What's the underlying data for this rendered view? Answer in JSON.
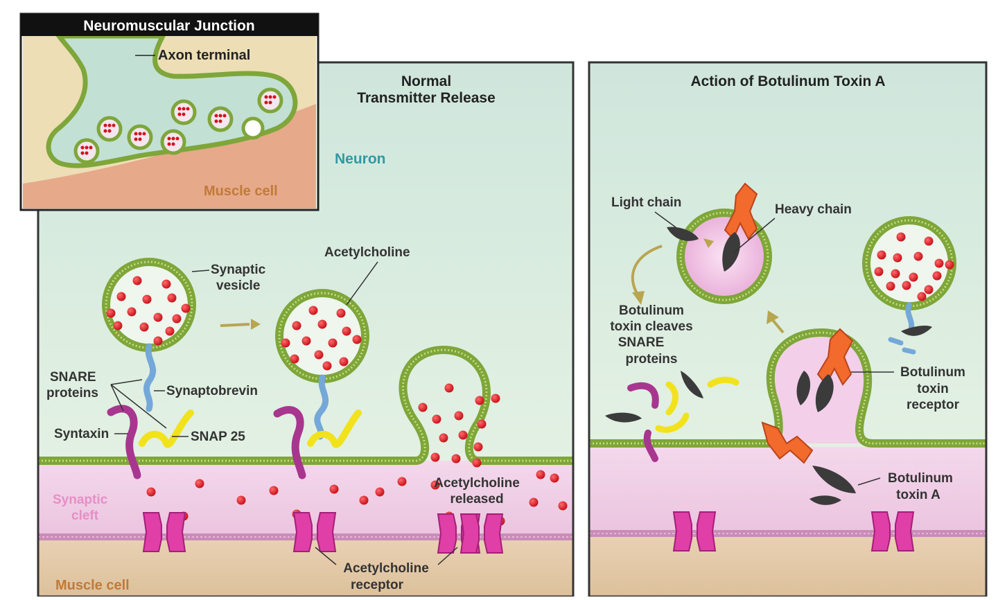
{
  "inset": {
    "title": "Neuromuscular Junction",
    "axon_terminal": "Axon terminal",
    "muscle_cell": "Muscle cell"
  },
  "left_panel": {
    "title_line1": "Normal",
    "title_line2": "Transmitter Release",
    "neuron": "Neuron",
    "acetylcholine": "Acetylcholine",
    "synaptic_vesicle_line1": "Synaptic",
    "synaptic_vesicle_line2": "vesicle",
    "snare_line1": "SNARE",
    "snare_line2": "proteins",
    "synaptobrevin": "Synaptobrevin",
    "syntaxin": "Syntaxin",
    "snap25": "SNAP 25",
    "synaptic_cleft_line1": "Synaptic",
    "synaptic_cleft_line2": "cleft",
    "ach_released_line1": "Acetylcholine",
    "ach_released_line2": "released",
    "ach_receptor_line1": "Acetylcholine",
    "ach_receptor_line2": "receptor",
    "muscle_cell": "Muscle cell"
  },
  "right_panel": {
    "title": "Action of Botulinum Toxin A",
    "light_chain": "Light chain",
    "heavy_chain": "Heavy chain",
    "cleaves_line1": "Botulinum",
    "cleaves_line2": "toxin cleaves",
    "cleaves_line3": "SNARE",
    "cleaves_line4": "proteins",
    "receptor_line1": "Botulinum",
    "receptor_line2": "toxin",
    "receptor_line3": "receptor",
    "toxin_line1": "Botulinum",
    "toxin_line2": "toxin A"
  },
  "colors": {
    "neuron_bg": "#d9ecdf",
    "cleft_bg": "#efcfe6",
    "muscle_bg": "#e3c9a6",
    "membrane": "#7ea63a",
    "vesicle_fill": "#eef6ee",
    "ach": "#d4101d",
    "syntaxin": "#a8368f",
    "snap25": "#f2e21c",
    "synaptobrevin": "#74a8d8",
    "receptor": "#df3fa6",
    "heavy_chain": "#f26a2c",
    "light_chain": "#3b3b3b",
    "neuron_label": "#2e9aa4",
    "cleft_label": "#e58fc6",
    "muscle_label": "#c07a3a"
  }
}
